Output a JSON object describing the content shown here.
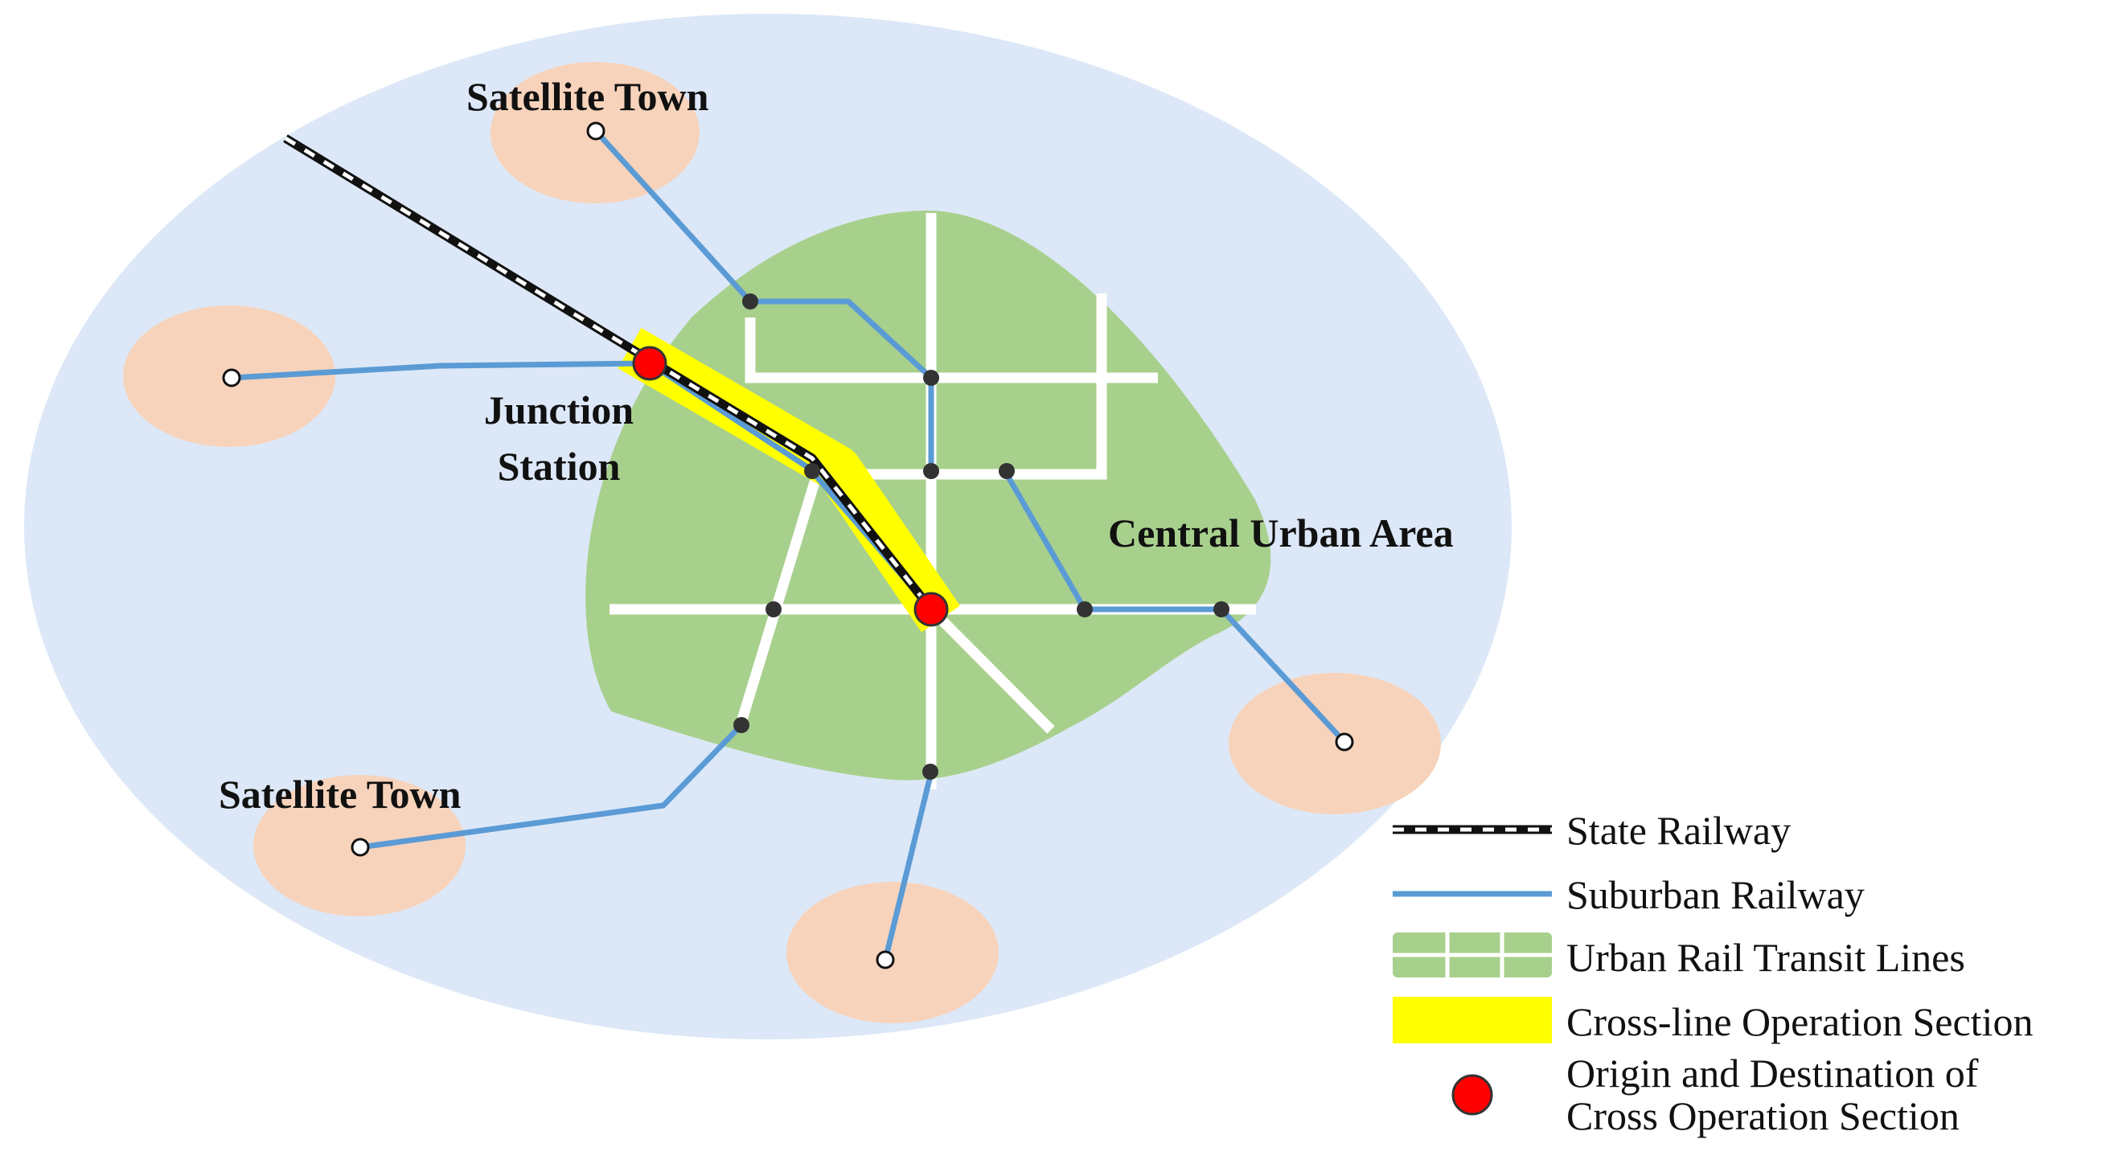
{
  "labels": {
    "satellite_town_top": "Satellite Town",
    "satellite_town_bottom": "Satellite Town",
    "junction_line1": "Junction",
    "junction_line2": "Station",
    "central_area": "Central Urban Area"
  },
  "legend": {
    "state_railway": "State Railway",
    "suburban_railway": "Suburban Railway",
    "urban_rail": "Urban Rail Transit Lines",
    "cross_line": "Cross-line Operation Section",
    "od_line1": "Origin and Destination of",
    "od_line2": "Cross Operation Section"
  },
  "colors": {
    "region": "#dce8f7",
    "satellite_zone": "#f7d3bb",
    "urban_area": "#a8d08d",
    "urban_lines": "#ffffff",
    "suburban_railway": "#5b9bd5",
    "state_railway_dark": "#111111",
    "cross_line_section": "#ffff00",
    "od_station": "#ff0000",
    "transfer_node": "#333333"
  }
}
